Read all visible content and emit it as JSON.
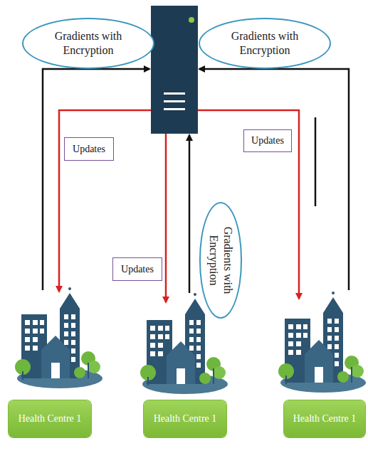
{
  "diagram": {
    "nodes": [
      {
        "text": [
          "Gradients with Encryption"
        ]
      },
      {
        "text": [
          "Gradients with Encryption"
        ]
      },
      {
        "text": [
          "Updates"
        ]
      },
      {
        "text": [
          "Updates"
        ]
      },
      {
        "text": [
          "Gradients with Encryption"
        ]
      },
      {
        "text": [
          "Updates"
        ]
      },
      {
        "text": [
          "Health Centre 1"
        ]
      },
      {
        "text": [
          "Health Centre 1"
        ]
      },
      {
        "text": [
          "Health Centre 1"
        ]
      }
    ]
  }
}
